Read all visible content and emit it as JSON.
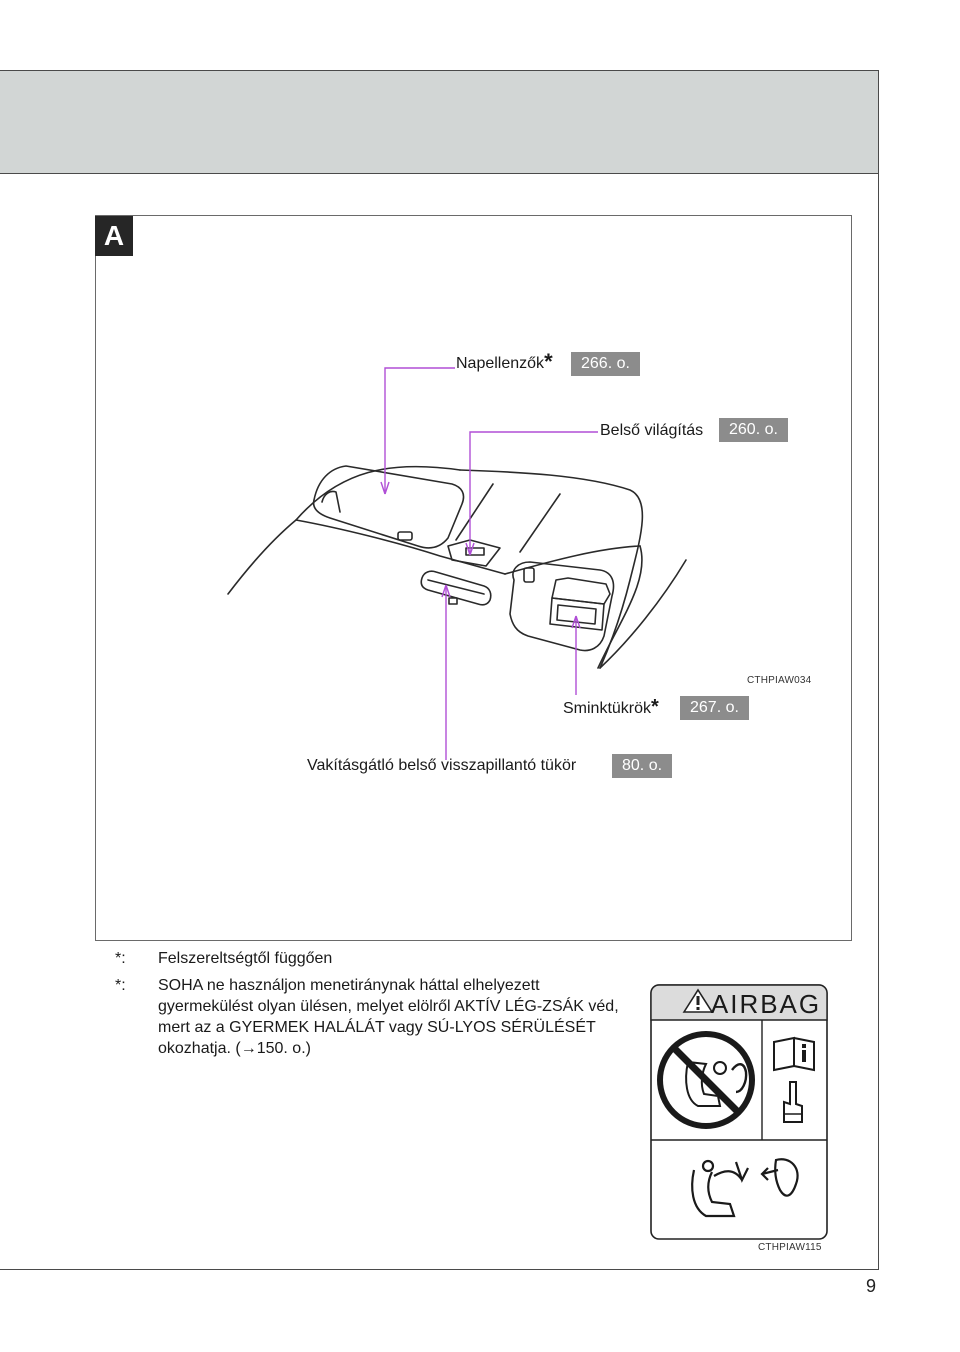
{
  "page": {
    "number": "9"
  },
  "figure": {
    "badge": "A",
    "code": "CTHPIAW034",
    "callouts": [
      {
        "id": "sun-visors",
        "label": "Napellenzők",
        "star": "*",
        "ref": "266. o."
      },
      {
        "id": "interior-lights",
        "label": "Belső világítás",
        "ref": "260. o."
      },
      {
        "id": "vanity-mirrors",
        "label": "Sminktükrök",
        "star": "*",
        "ref": "267. o."
      },
      {
        "id": "rearview-mirror",
        "label": "Vakításgátló belső visszapillantó tükör",
        "ref": "80. o."
      }
    ]
  },
  "notes": [
    {
      "mark": "*:",
      "text": "Felszereltségtől függően"
    },
    {
      "mark": "*:",
      "text": "SOHA ne használjon menetiránynak háttal elhelyezett gyermekülést olyan ülésen, melyet elölről AKTÍV LÉG-ZSÁK véd, mert az a GYERMEK HALÁLÁT vagy SÚ-LYOS SÉRÜLÉSÉT okozhatja. (→150. o.)"
    }
  ],
  "airbag_label": {
    "title": "AIRBAG",
    "code": "CTHPIAW115",
    "icons": [
      "warning-triangle-icon",
      "no-rear-facing-child-seat-icon",
      "read-manual-icon",
      "pointing-hand-icon",
      "child-seat-forward-icon"
    ]
  },
  "colors": {
    "callout_line": "#b04fd6",
    "ref_bg": "#8c8c8c",
    "header_band": "#d2d6d5"
  }
}
